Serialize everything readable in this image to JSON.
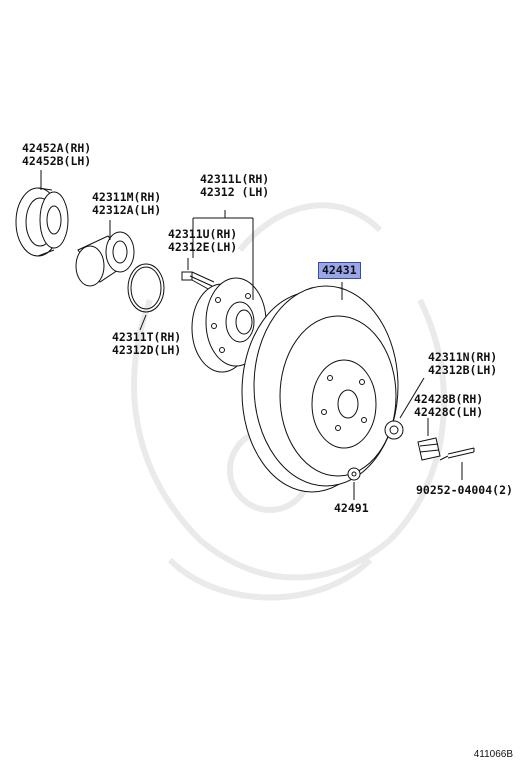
{
  "parts": {
    "p42452": {
      "rh": "42452A(RH)",
      "lh": "42452B(LH)"
    },
    "p42311m": {
      "rh": "42311M(RH)",
      "lh": "42312A(LH)"
    },
    "p42311l": {
      "rh": "42311L(RH)",
      "lh": "42312 (LH)"
    },
    "p42311u": {
      "rh": "42311U(RH)",
      "lh": "42312E(LH)"
    },
    "p42431": {
      "label": "42431"
    },
    "p42311t": {
      "rh": "42311T(RH)",
      "lh": "42312D(LH)"
    },
    "p42311n": {
      "rh": "42311N(RH)",
      "lh": "42312B(LH)"
    },
    "p42428": {
      "rh": "42428B(RH)",
      "lh": "42428C(LH)"
    },
    "p90252": {
      "label": "90252-04004(2)"
    },
    "p42491": {
      "label": "42491"
    }
  },
  "reference": "411066B",
  "colors": {
    "highlight": "#9aa6e8",
    "line": "#111111"
  }
}
